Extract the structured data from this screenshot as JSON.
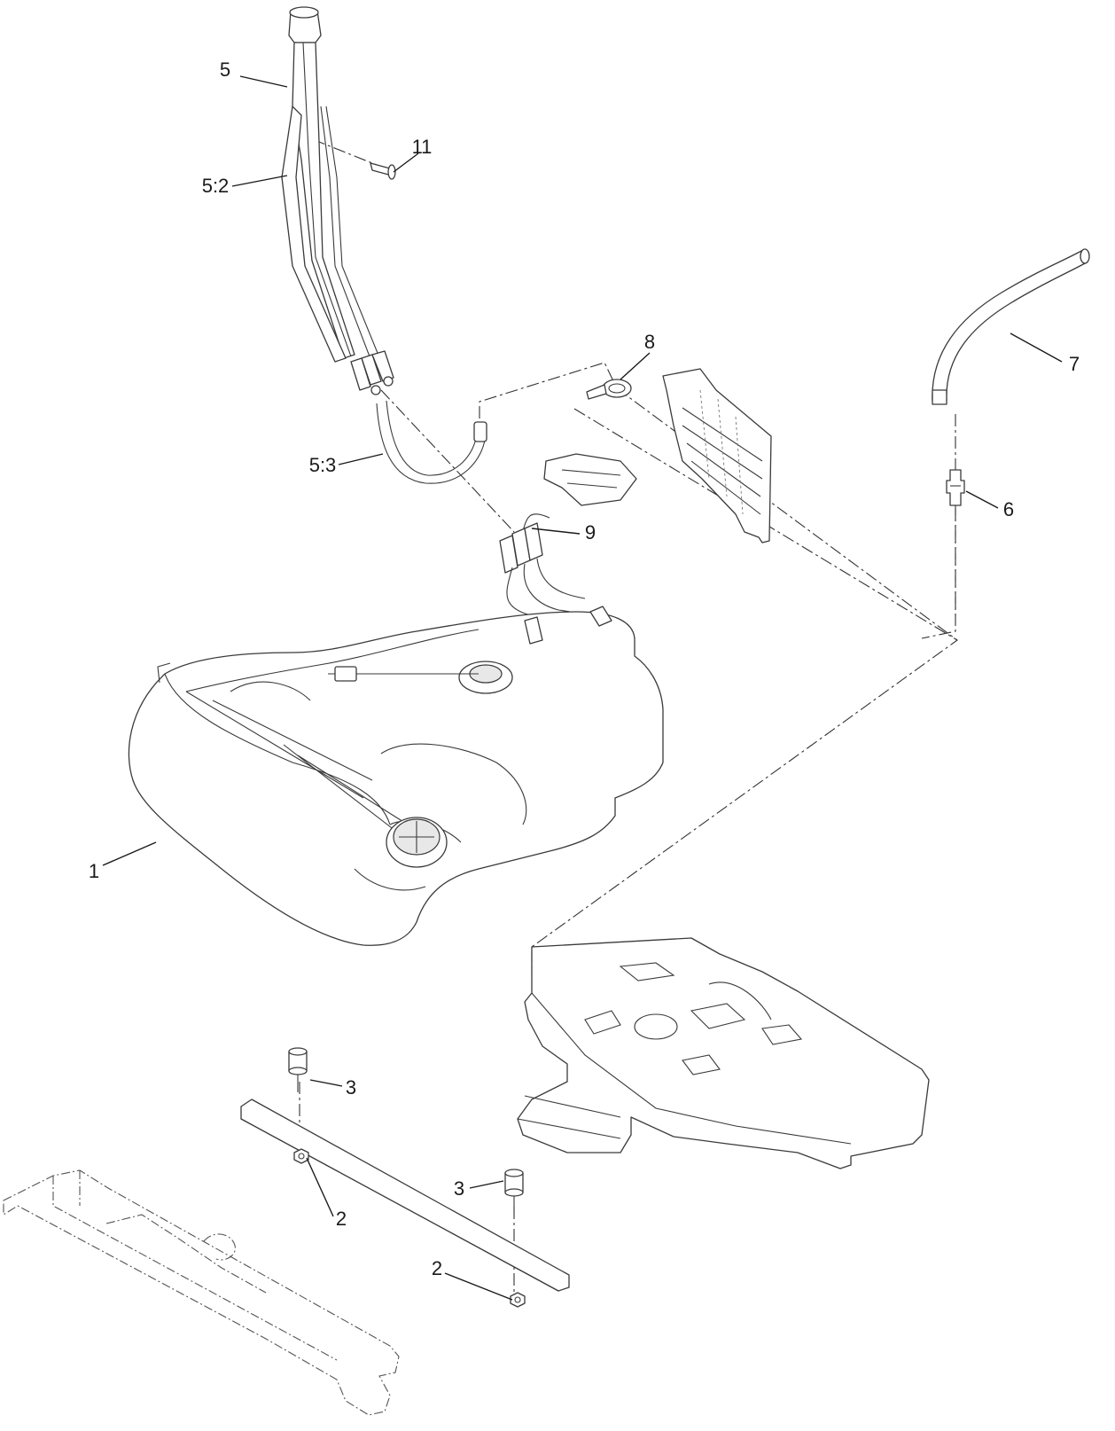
{
  "callouts": {
    "c1": "1",
    "c2a": "2",
    "c2b": "2",
    "c3a": "3",
    "c3b": "3",
    "c5": "5",
    "c5_2": "5:2",
    "c5_3": "5:3",
    "c6": "6",
    "c7": "7",
    "c8": "8",
    "c9": "9",
    "c11": "11"
  }
}
